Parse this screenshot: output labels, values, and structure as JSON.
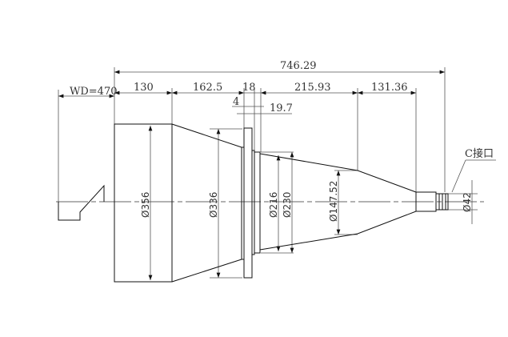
{
  "drawing": {
    "overall_length": "746.29",
    "working_distance": "WD=470",
    "segments": [
      "130",
      "162.5",
      "18",
      "215.93",
      "131.36"
    ],
    "flange_thickness": "4",
    "flange_offset": "19.7",
    "diameters": [
      "Ø356",
      "Ø336",
      "Ø216",
      "Ø230",
      "Ø147.52",
      "Ø42"
    ],
    "mount_label": "C接口"
  }
}
